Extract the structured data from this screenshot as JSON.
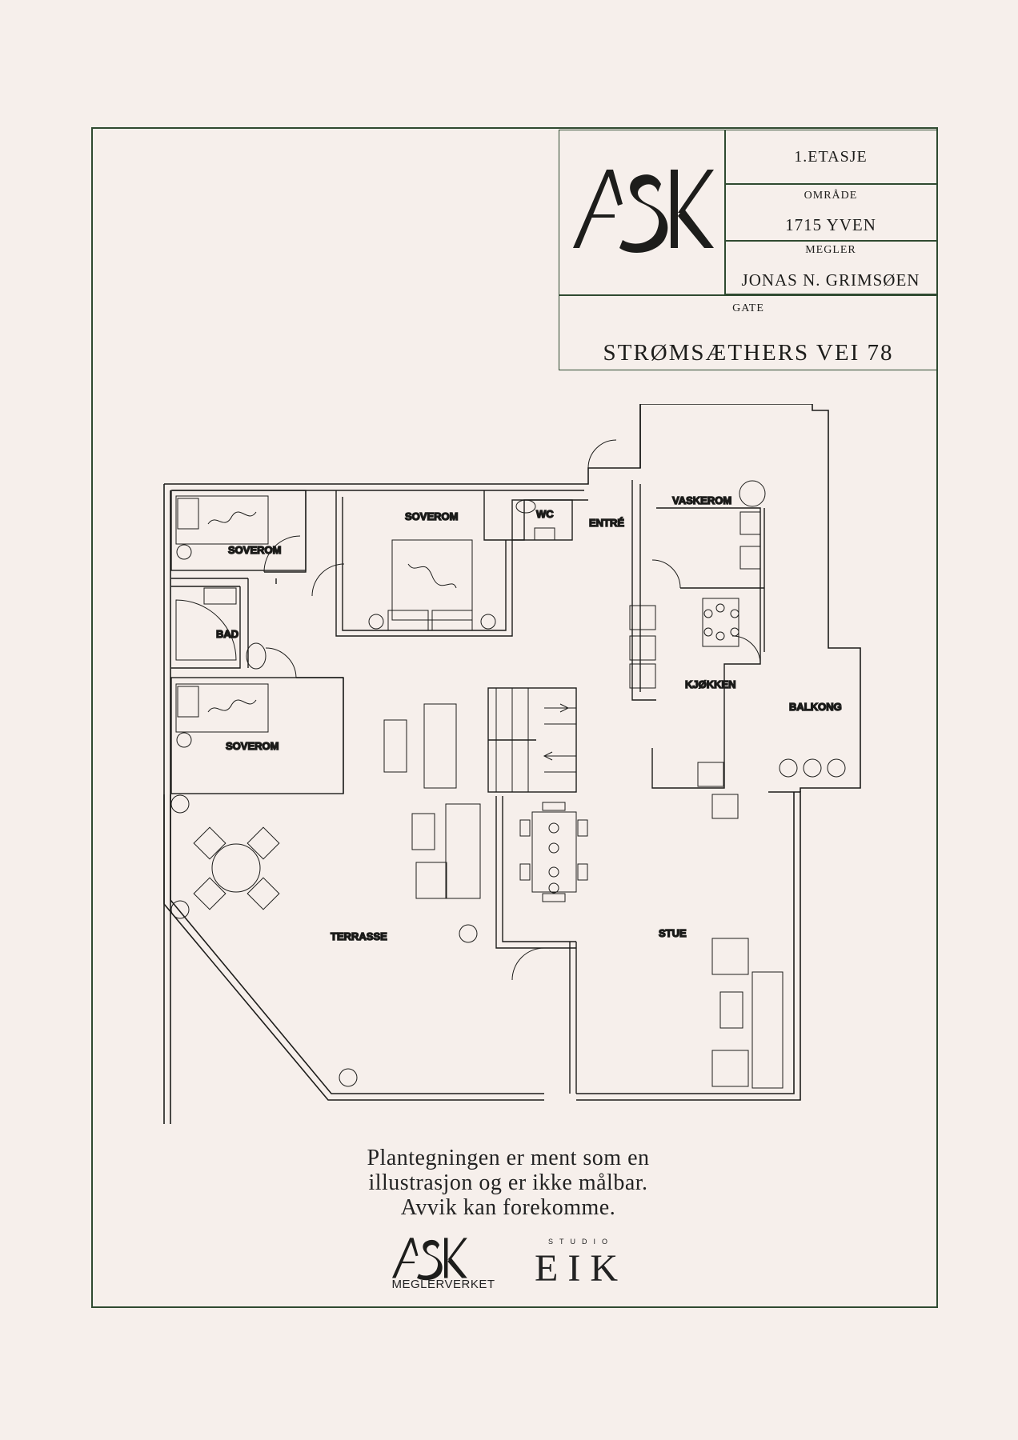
{
  "header": {
    "floor": "1.ETASJE",
    "area_label": "OMRÅDE",
    "area_value": "1715 YVEN",
    "broker_label": "MEGLER",
    "broker_value": "JONAS N. GRIMSØEN",
    "street_label": "GATE",
    "street_value": "STRØMSÆTHERS VEI 78",
    "logo_text": "ASK"
  },
  "plan": {
    "rooms": {
      "soverom_1": "SOVEROM",
      "soverom_2": "SOVEROM",
      "soverom_3": "SOVEROM",
      "wc": "WC",
      "entre": "ENTRÉ",
      "vaskerom": "VASKEROM",
      "bad": "BAD",
      "kjokken": "KJØKKEN",
      "balkong": "BALKONG",
      "terrasse": "TERRASSE",
      "stue": "STUE"
    }
  },
  "disclaimer": {
    "line1": "Plantegningen er ment som en",
    "line2": "illustrasjon og er ikke målbar.",
    "line3": "Avvik kan forekomme."
  },
  "footer": {
    "logo_text": "ASK",
    "logo_subtitle": "MEGLERVERKET",
    "studio_label": "STUDIO",
    "studio_name": "EIK"
  }
}
